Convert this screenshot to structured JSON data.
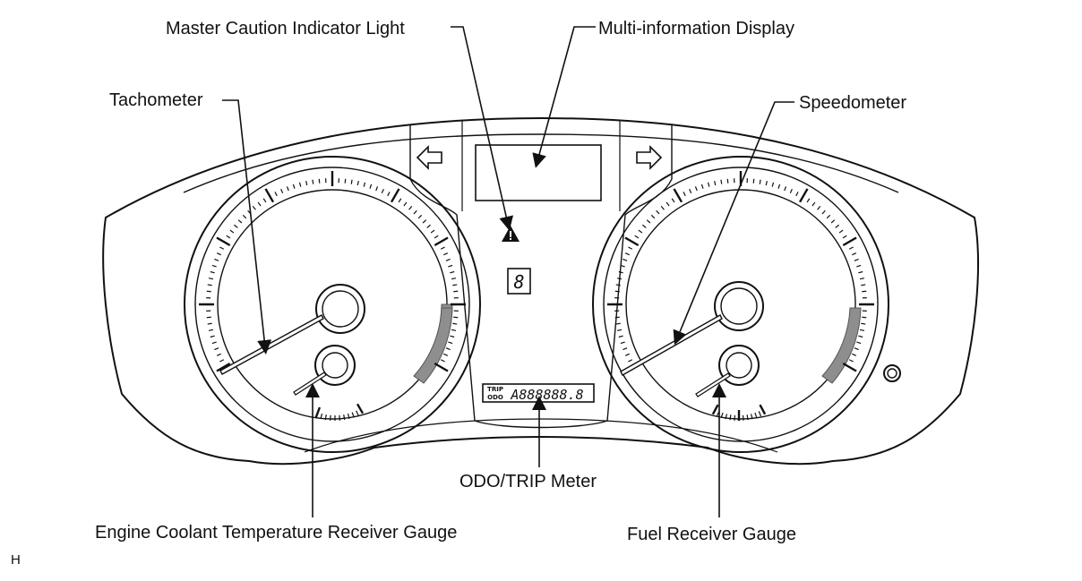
{
  "labels": {
    "master_caution": "Master Caution Indicator Light",
    "multi_info": "Multi-information Display",
    "tachometer": "Tachometer",
    "speedometer": "Speedometer",
    "odo_trip": "ODO/TRIP Meter",
    "coolant": "Engine Coolant Temperature Receiver Gauge",
    "fuel": "Fuel Receiver Gauge",
    "corner_mark": "H"
  },
  "display": {
    "gear_digit": "8",
    "trip_tag": "TRIP",
    "odo_tag": "ODO",
    "odo_digits": "A888888.8"
  },
  "icons": [
    "left-turn-arrow-icon",
    "right-turn-arrow-icon",
    "master-caution-icon"
  ],
  "colors": {
    "line": "#111111",
    "redzone": "#8e8e8e",
    "background": "#ffffff"
  }
}
